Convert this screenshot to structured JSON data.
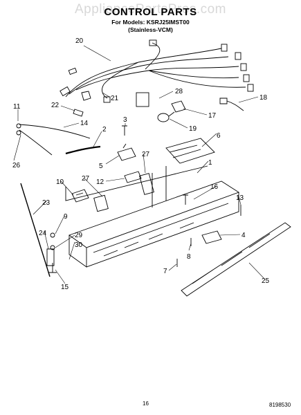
{
  "watermark": "AppliancePartsPros.com",
  "title": "CONTROL PARTS",
  "models_line1": "For Models: KSRJ25IMST00",
  "models_line2": "(Stainless-VCM)",
  "page_number": "16",
  "doc_number": "8198530",
  "callouts": {
    "c1": "1",
    "c2": "2",
    "c3": "3",
    "c4": "4",
    "c5": "5",
    "c6": "6",
    "c7": "7",
    "c8": "8",
    "c9": "9",
    "c10": "10",
    "c11": "11",
    "c12": "12",
    "c13": "13",
    "c14": "14",
    "c15": "15",
    "c16": "16",
    "c17": "17",
    "c18": "18",
    "c19": "19",
    "c20": "20",
    "c21": "21",
    "c22": "22",
    "c23": "23",
    "c24": "24",
    "c25": "25",
    "c26": "26",
    "c27a": "27",
    "c27b": "27",
    "c28": "28",
    "c29": "29",
    "c30": "30"
  }
}
